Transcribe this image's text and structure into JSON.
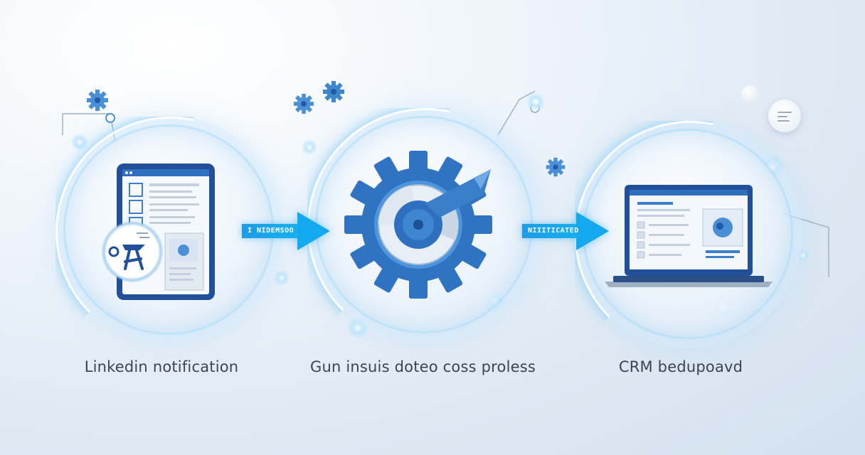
{
  "steps": [
    {
      "label": "Linkedin notification"
    },
    {
      "label": "Gun insuis doteo coss proless"
    },
    {
      "label": "CRM bedupoavd"
    }
  ],
  "arrows": [
    {
      "tag": "I NIDEMSOO"
    },
    {
      "tag": "NIIITICATED"
    }
  ],
  "icons": {
    "step1": "tablet-icon",
    "step2": "gear-icon",
    "step3": "laptop-icon",
    "decor": "small-gear-icon"
  },
  "colors": {
    "accent": "#1a9fe8",
    "gear_dark": "#2f73c2",
    "gear_light": "#5fa5e6",
    "device_frame": "#214f9a",
    "label_text": "#3b4452",
    "background": "#e6eef7"
  }
}
